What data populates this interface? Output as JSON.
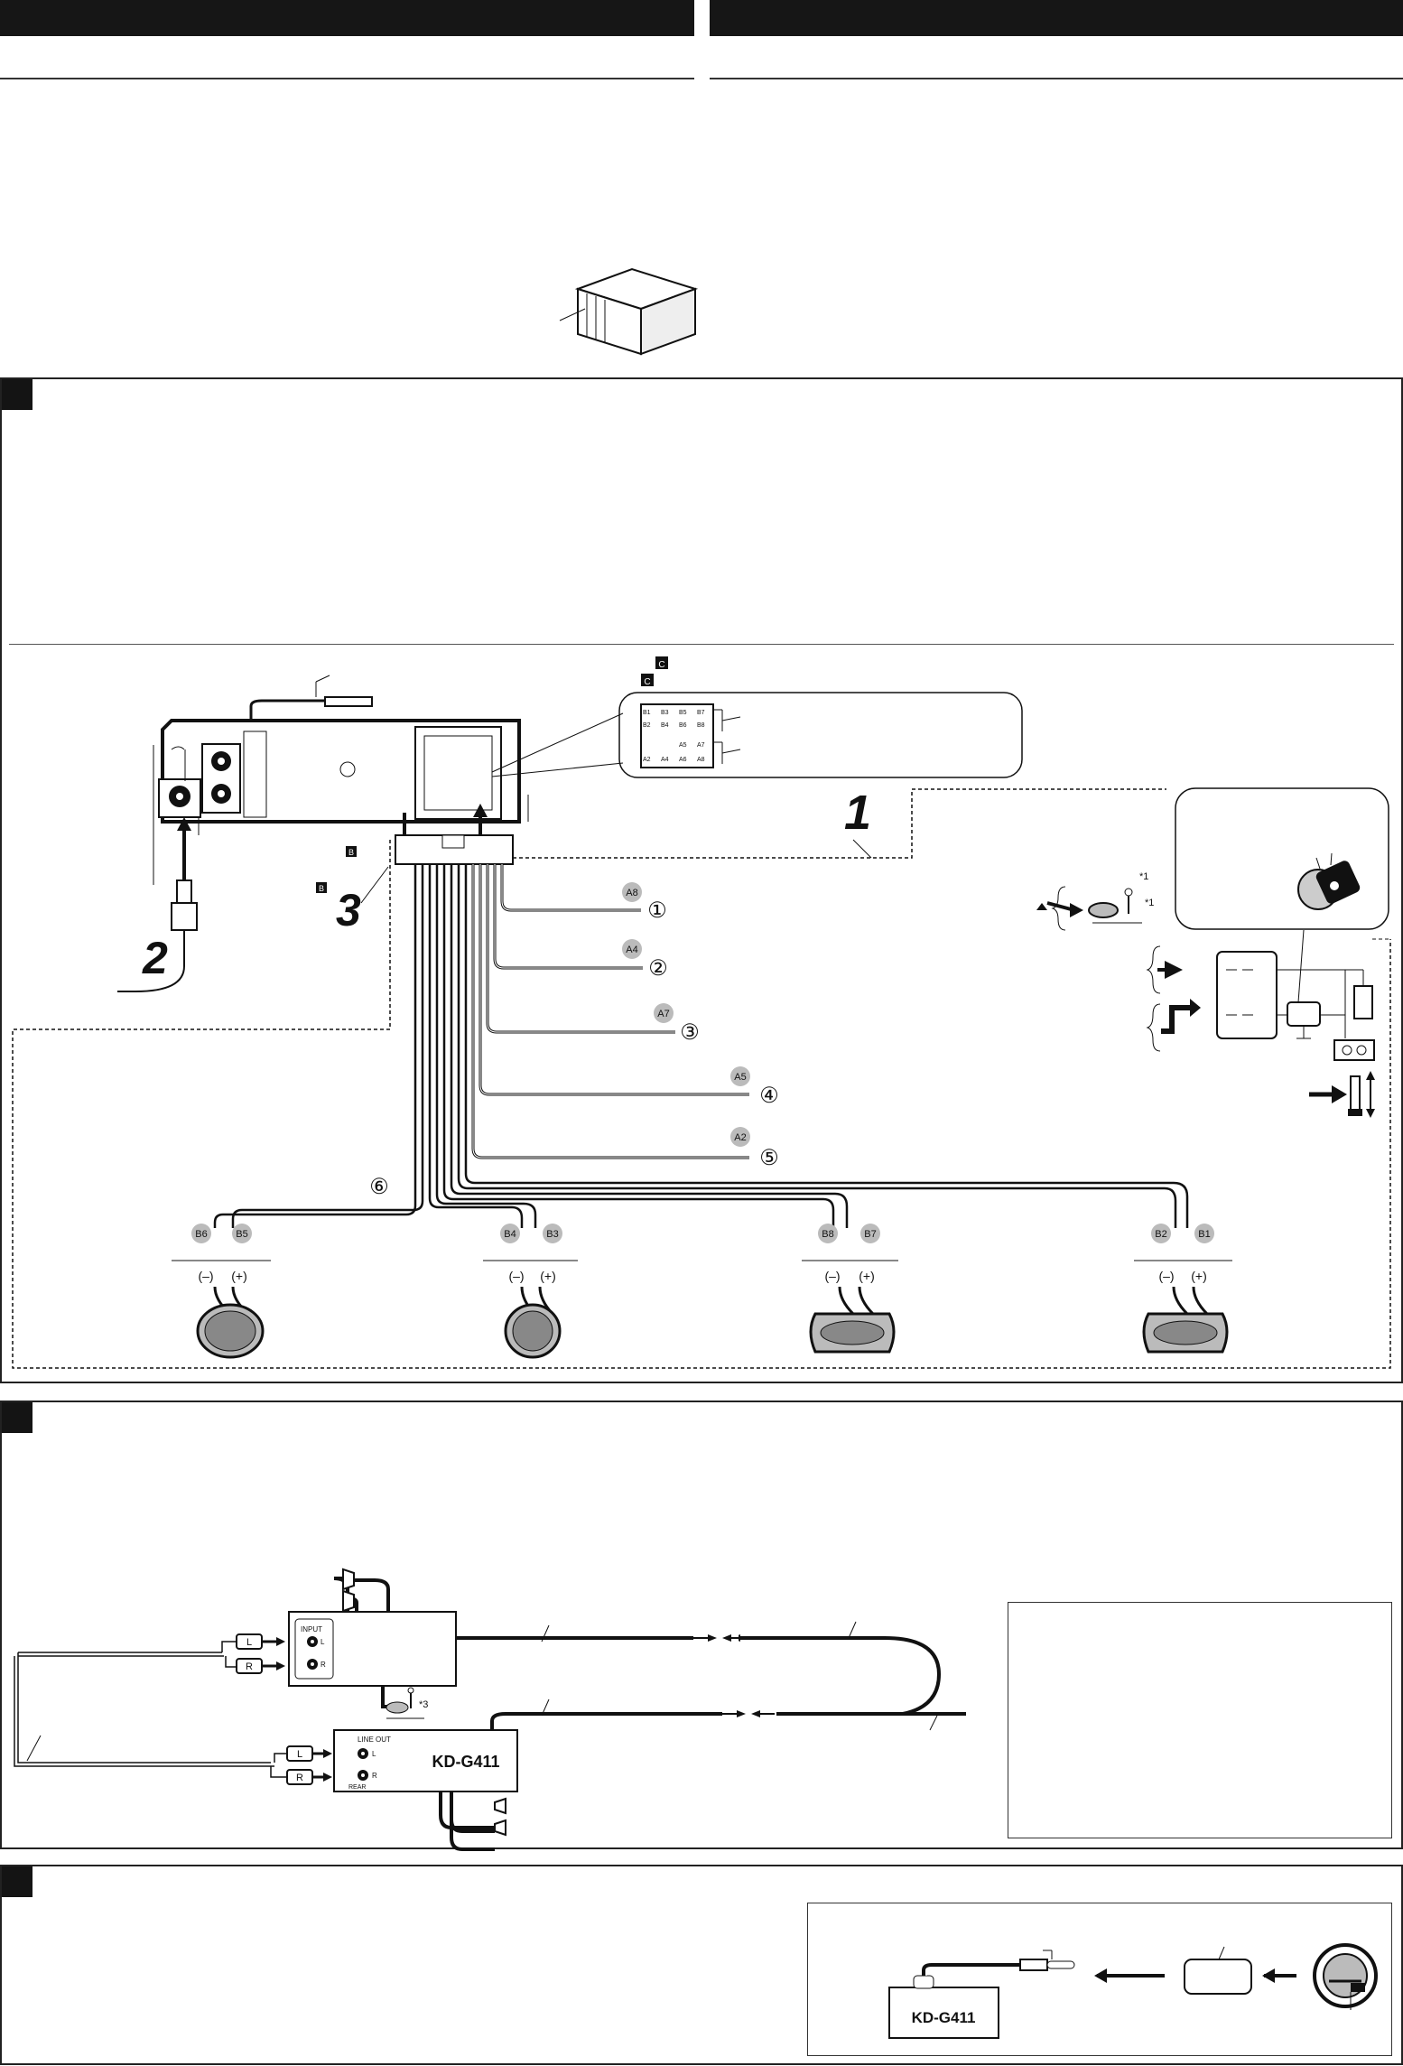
{
  "step_numbers": {
    "one": "1",
    "two": "2",
    "three": "3"
  },
  "connector_markers": {
    "b": "B",
    "c": "C"
  },
  "pin_labels": {
    "upper": [
      "B1",
      "B3",
      "B5",
      "B7"
    ],
    "mid": [
      "B2",
      "B4",
      "B6",
      "B8"
    ],
    "lower_top": [
      "A5",
      "A7"
    ],
    "lower": [
      "A2",
      "A4",
      "A6",
      "A8"
    ]
  },
  "lead_pins": [
    "A8",
    "A4",
    "A7",
    "A5",
    "A2"
  ],
  "lead_numbers": [
    "①",
    "②",
    "③",
    "④",
    "⑤"
  ],
  "speaker_bundle_number": "⑥",
  "speaker_pins": [
    {
      "neg": "B6",
      "pos": "B5"
    },
    {
      "neg": "B4",
      "pos": "B3"
    },
    {
      "neg": "B8",
      "pos": "B7"
    },
    {
      "neg": "B2",
      "pos": "B1"
    }
  ],
  "polarity": {
    "neg": "(–)",
    "pos": "(+)"
  },
  "footnotes": {
    "star1": "*1",
    "star3": "*3"
  },
  "amp": {
    "input_label": "INPUT",
    "left": "L",
    "right": "R"
  },
  "headunit": {
    "model": "KD-G411",
    "line_out": "LINE OUT",
    "rear": "REAR",
    "left": "L",
    "right": "R"
  },
  "remote_section": {
    "model": "KD-G411"
  }
}
